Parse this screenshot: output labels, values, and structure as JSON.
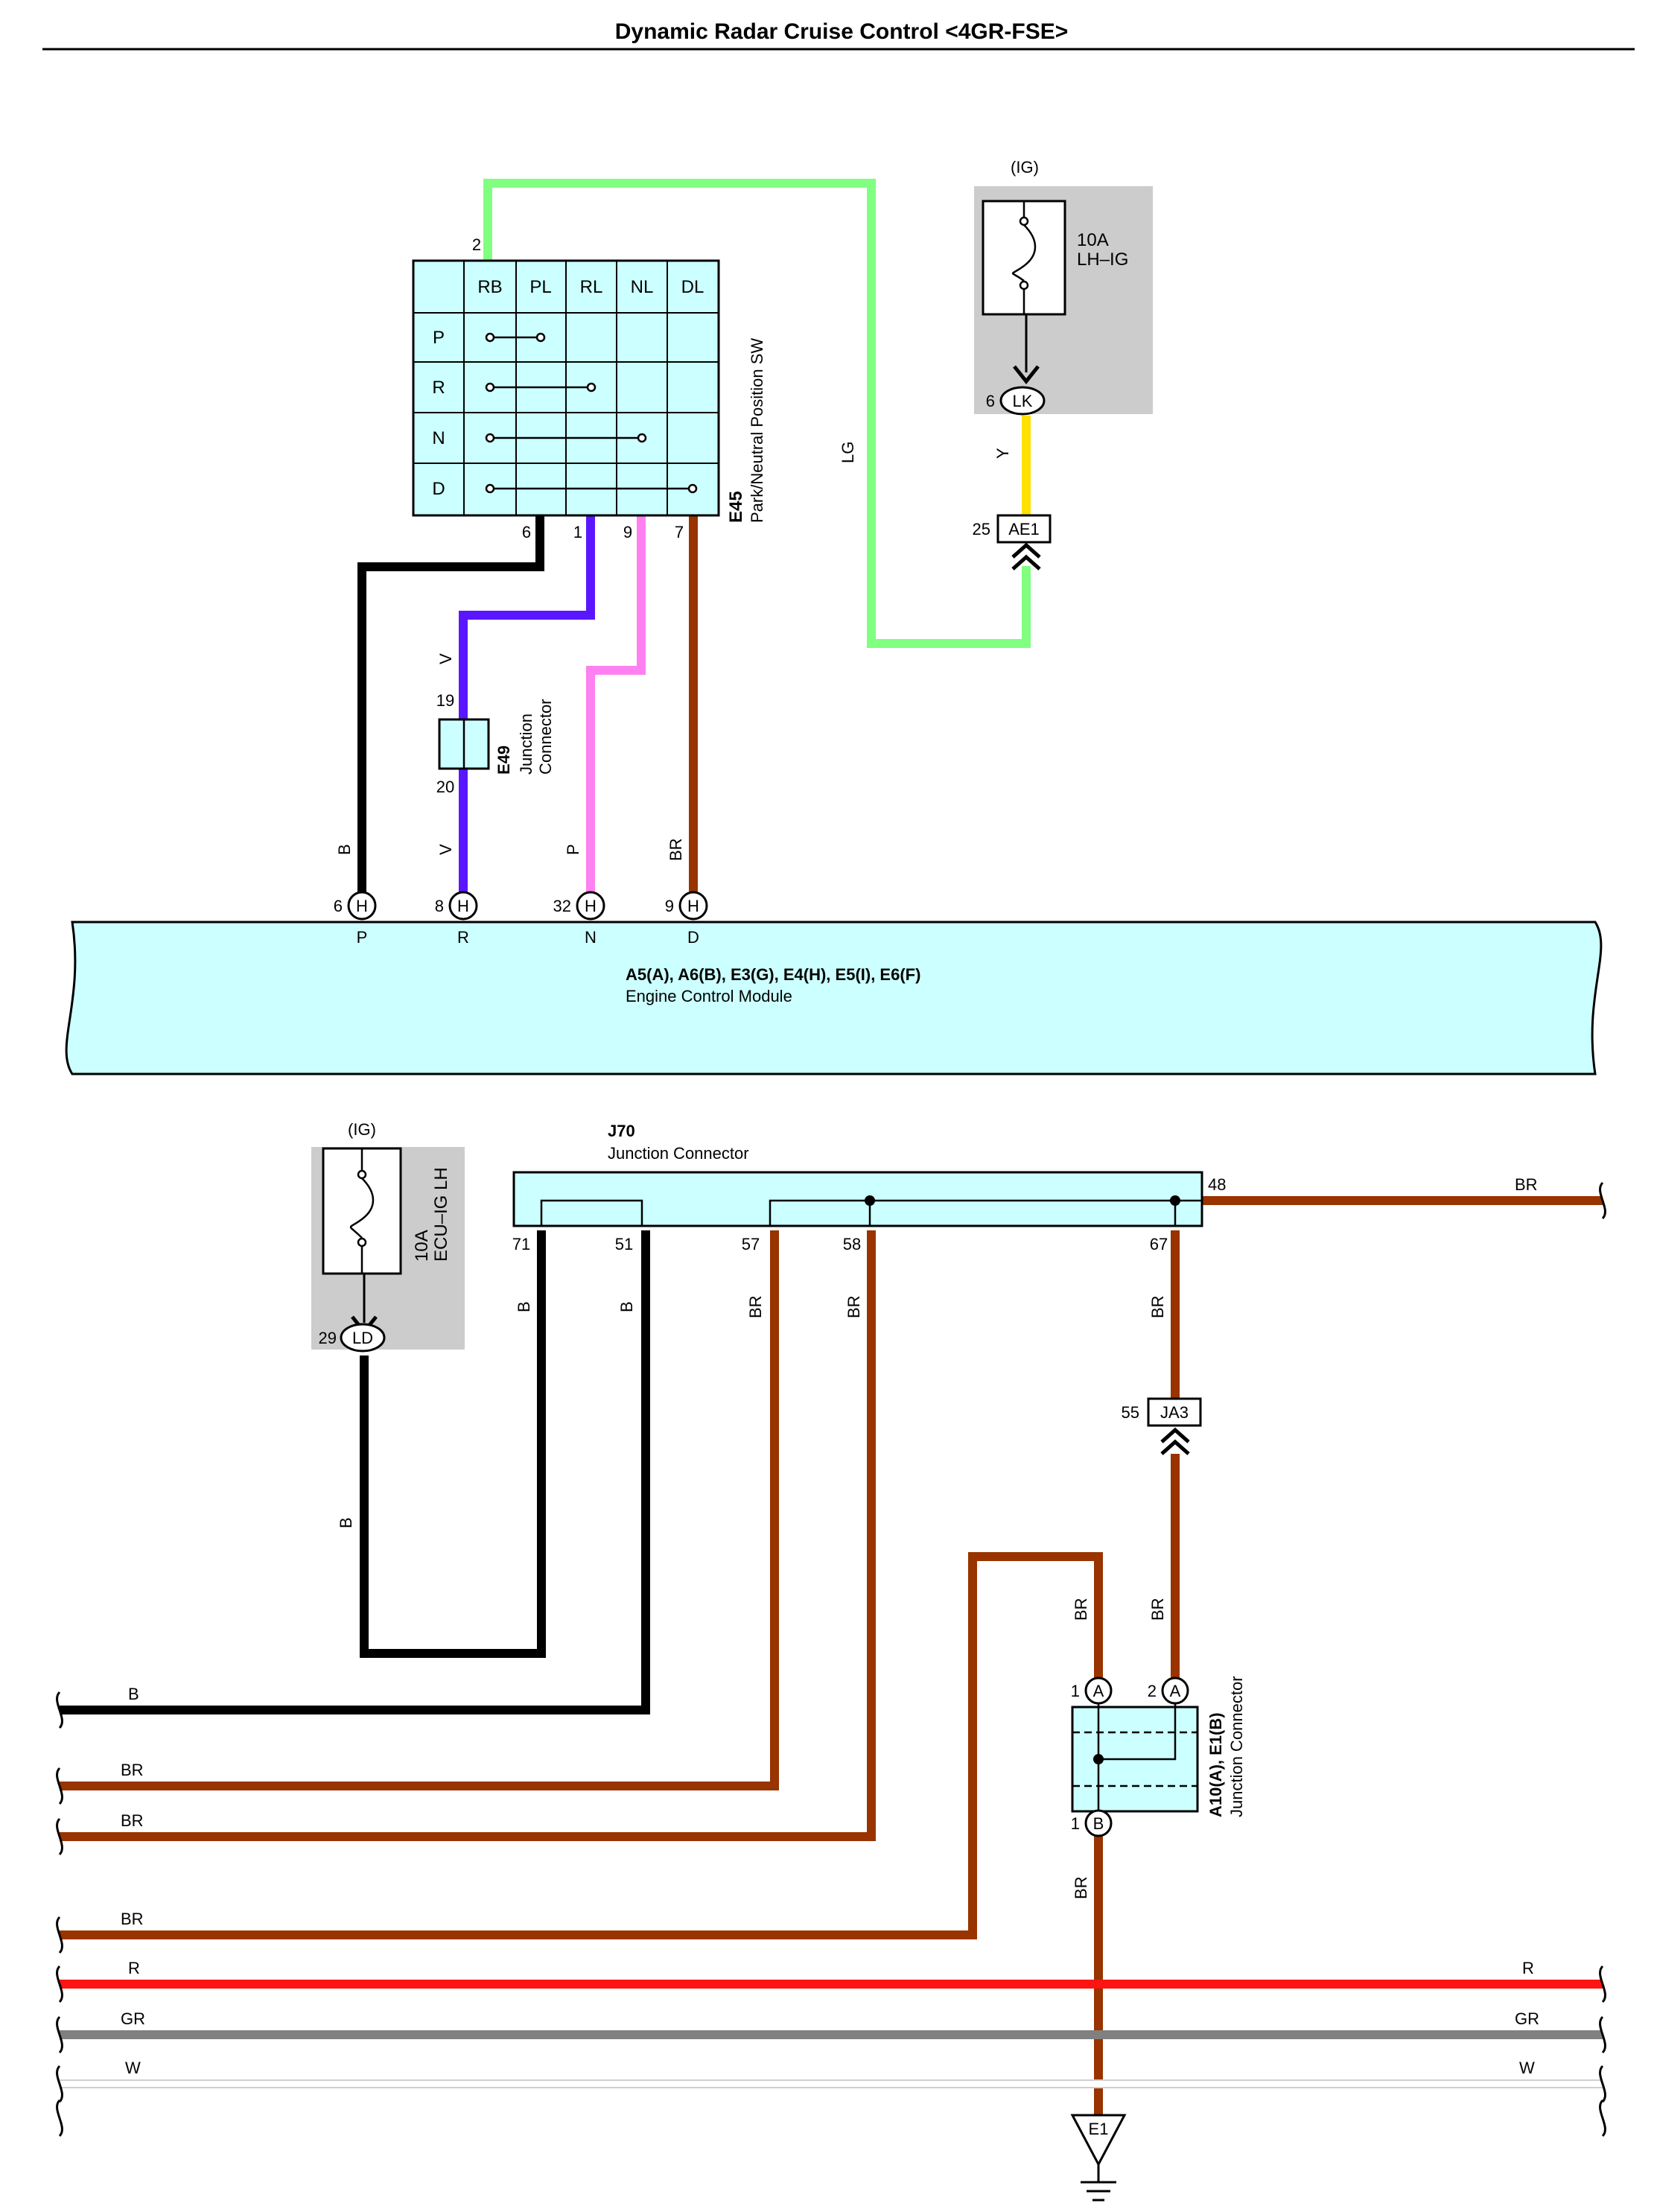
{
  "title": "Dynamic Radar Cruise Control <4GR-FSE>",
  "colors": {
    "LG": "#80ff80",
    "Y": "#ffe000",
    "V": "#5a17ff",
    "P": "#ff80f0",
    "BR": "#993300",
    "B": "#000000",
    "R": "#ff1414",
    "GR": "#808080",
    "W": "#e8e8e8",
    "component_fill": "#ccffff",
    "fuse_box_fill": "#cccccc"
  },
  "pnp_switch": {
    "code": "E45",
    "name": "Park/Neutral Position SW",
    "columns": [
      "RB",
      "PL",
      "RL",
      "NL",
      "DL"
    ],
    "rows": [
      "P",
      "R",
      "N",
      "D"
    ],
    "pin_top": "2",
    "pins_bottom": [
      "6",
      "1",
      "9",
      "7"
    ]
  },
  "fuse_lh_ig": {
    "supply": "(IG)",
    "rating": "10A",
    "name": "LH–IG",
    "pin": "6",
    "connector": "LK"
  },
  "ae1": {
    "pin": "25",
    "label": "AE1"
  },
  "e49": {
    "code": "E49",
    "name_line1": "Junction",
    "name_line2": "Connector",
    "pin_top": "19",
    "pin_bottom": "20"
  },
  "ecm": {
    "codes": "A5(A), A6(B), E3(G), E4(H), E5(I), E6(F)",
    "name": "Engine Control Module",
    "pins": [
      {
        "num": "6",
        "conn": "H",
        "func": "P",
        "wire": "B"
      },
      {
        "num": "8",
        "conn": "H",
        "func": "R",
        "wire": "V"
      },
      {
        "num": "32",
        "conn": "H",
        "func": "N",
        "wire": "P"
      },
      {
        "num": "9",
        "conn": "H",
        "func": "D",
        "wire": "BR"
      }
    ]
  },
  "fuse_ecu_ig": {
    "supply": "(IG)",
    "rating": "10A",
    "name": "ECU–IG LH",
    "pin": "29",
    "connector": "LD"
  },
  "j70": {
    "code": "J70",
    "name": "Junction Connector",
    "pins": [
      "71",
      "51",
      "57",
      "58",
      "67",
      "48"
    ]
  },
  "ja3": {
    "pin": "55",
    "label": "JA3"
  },
  "a10": {
    "codes": "A10(A), E1(B)",
    "name": "Junction Connector",
    "pin_a1": "1",
    "pin_a2": "2",
    "pin_b1": "1",
    "conn_a": "A",
    "conn_b": "B"
  },
  "ground": {
    "label": "E1"
  },
  "wire_labels": {
    "lg": "LG",
    "y": "Y",
    "v_upper": "V",
    "v_lower": "V",
    "b_ecm": "B",
    "p_ecm": "P",
    "br_ecm": "BR",
    "b_71": "B",
    "b_51": "B",
    "br_57": "BR",
    "br_58": "BR",
    "br_67": "BR",
    "br_48": "BR",
    "b_ld": "B",
    "br_a1": "BR",
    "br_a2": "BR",
    "br_b1": "BR",
    "left_b": "B",
    "left_br1": "BR",
    "left_br2": "BR",
    "left_br3": "BR",
    "left_r": "R",
    "left_gr": "GR",
    "left_w": "W",
    "right_r": "R",
    "right_gr": "GR",
    "right_w": "W"
  }
}
